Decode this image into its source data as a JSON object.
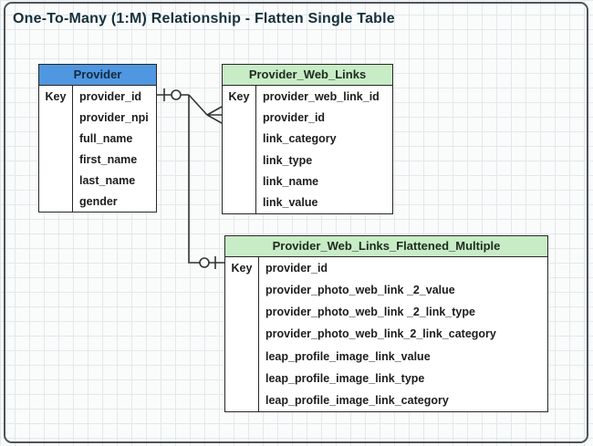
{
  "title": "One-To-Many (1:M) Relationship - Flatten Single Table",
  "colors": {
    "provider_header": "#4f97e0",
    "links_header": "#c8ecc6",
    "entity_border": "#262626",
    "connector": "#333333",
    "frame_border": "#4d545a"
  },
  "entities": {
    "provider": {
      "title": "Provider",
      "key_label": "Key",
      "fields": [
        "provider_id",
        "provider_npi",
        "full_name",
        "first_name",
        "last_name",
        "gender"
      ]
    },
    "web_links": {
      "title": "Provider_Web_Links",
      "key_label": "Key",
      "fields": [
        "provider_web_link_id",
        "provider_id",
        "link_category",
        "link_type",
        "link_name",
        "link_value"
      ]
    },
    "flattened": {
      "title": "Provider_Web_Links_Flattened_Multiple",
      "key_label": "Key",
      "fields": [
        "provider_id",
        "provider_photo_web_link _2_value",
        "provider_photo_web_link _2_link_type",
        "provider_photo_web_link_2_link_category",
        "leap_profile_image_link_value",
        "leap_profile_image_link_type",
        "leap_profile_image_link_category"
      ]
    }
  },
  "relationships": {
    "provider_to_web_links": "one-to-many (crow's foot)",
    "provider_to_flattened": "one-to-one (optional)"
  }
}
